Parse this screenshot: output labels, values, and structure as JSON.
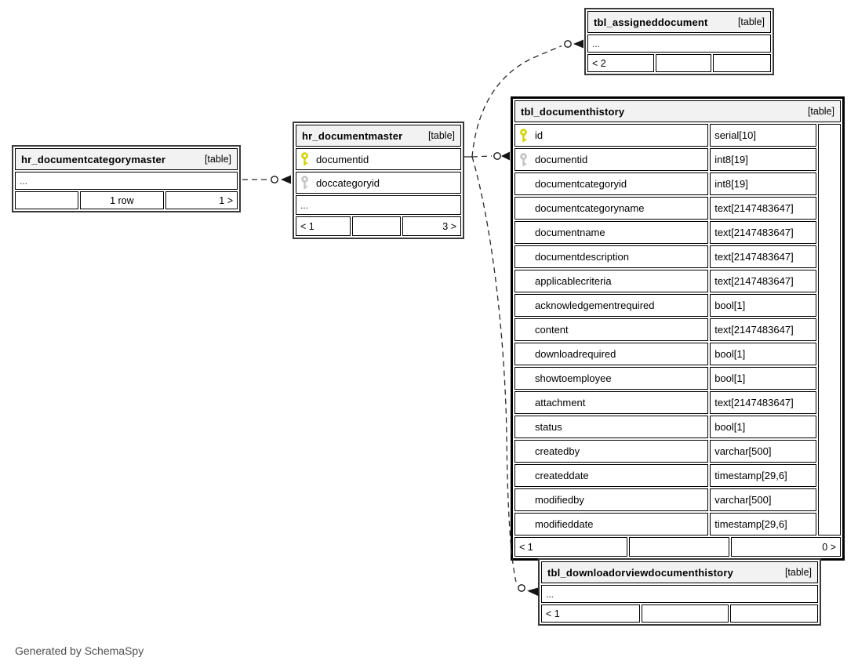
{
  "note": "Generated by SchemaSpy",
  "colors": {
    "primary_key": "#d2d200",
    "foreign_key": "#c4c4c4",
    "header_bg": "#f2f2f2",
    "line": "#2a2a2a"
  },
  "tables": {
    "assigneddocument": {
      "name": "tbl_assigneddocument",
      "badge": "[table]",
      "more": "...",
      "footer": {
        "left": "< 2",
        "center": "",
        "right": ""
      }
    },
    "categorymaster": {
      "name": "hr_documentcategorymaster",
      "badge": "[table]",
      "more": "...",
      "footer": {
        "left": "",
        "center": "1 row",
        "right": "1 >"
      }
    },
    "documentmaster": {
      "name": "hr_documentmaster",
      "badge": "[table]",
      "columns": [
        {
          "icon": "primary-key",
          "name": "documentid"
        },
        {
          "icon": "foreign-key",
          "name": "doccategoryid"
        }
      ],
      "more": "...",
      "footer": {
        "left": "< 1",
        "center": "",
        "right": "3 >"
      }
    },
    "documenthistory": {
      "name": "tbl_documenthistory",
      "badge": "[table]",
      "columns": [
        {
          "icon": "primary-key",
          "name": "id",
          "type": "serial[10]"
        },
        {
          "icon": "foreign-key",
          "name": "documentid",
          "type": "int8[19]"
        },
        {
          "icon": "",
          "name": "documentcategoryid",
          "type": "int8[19]"
        },
        {
          "icon": "",
          "name": "documentcategoryname",
          "type": "text[2147483647]"
        },
        {
          "icon": "",
          "name": "documentname",
          "type": "text[2147483647]"
        },
        {
          "icon": "",
          "name": "documentdescription",
          "type": "text[2147483647]"
        },
        {
          "icon": "",
          "name": "applicablecriteria",
          "type": "text[2147483647]"
        },
        {
          "icon": "",
          "name": "acknowledgementrequired",
          "type": "bool[1]"
        },
        {
          "icon": "",
          "name": "content",
          "type": "text[2147483647]"
        },
        {
          "icon": "",
          "name": "downloadrequired",
          "type": "bool[1]"
        },
        {
          "icon": "",
          "name": "showtoemployee",
          "type": "bool[1]"
        },
        {
          "icon": "",
          "name": "attachment",
          "type": "text[2147483647]"
        },
        {
          "icon": "",
          "name": "status",
          "type": "bool[1]"
        },
        {
          "icon": "",
          "name": "createdby",
          "type": "varchar[500]"
        },
        {
          "icon": "",
          "name": "createddate",
          "type": "timestamp[29,6]"
        },
        {
          "icon": "",
          "name": "modifiedby",
          "type": "varchar[500]"
        },
        {
          "icon": "",
          "name": "modifieddate",
          "type": "timestamp[29,6]"
        }
      ],
      "footer": {
        "left": "< 1",
        "center": "",
        "right": "0 >"
      }
    },
    "downloadhistory": {
      "name": "tbl_downloadorviewdocumenthistory",
      "badge": "[table]",
      "more": "...",
      "footer": {
        "left": "< 1",
        "center": "",
        "right": ""
      }
    }
  }
}
